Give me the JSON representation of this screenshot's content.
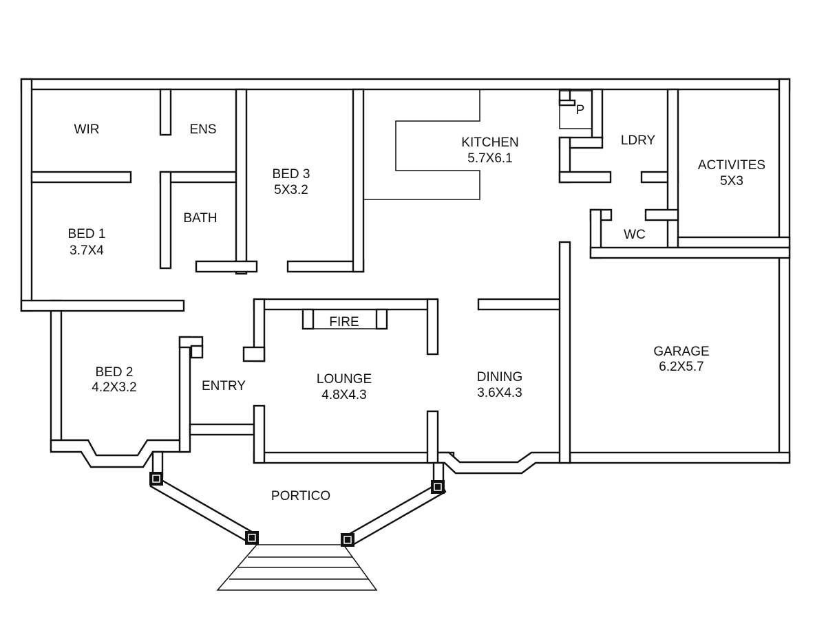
{
  "rooms": {
    "wir": {
      "name": "WIR"
    },
    "ens": {
      "name": "ENS"
    },
    "bath": {
      "name": "BATH"
    },
    "bed1": {
      "name": "BED 1",
      "size": "3.7X4"
    },
    "bed2": {
      "name": "BED 2",
      "size": "4.2X3.2"
    },
    "bed3": {
      "name": "BED 3",
      "size": "5X3.2"
    },
    "kitchen": {
      "name": "KITCHEN",
      "size": "5.7X6.1"
    },
    "pantry": {
      "name": "P"
    },
    "laundry": {
      "name": "LDRY"
    },
    "activities": {
      "name": "ACTIVITES",
      "size": "5X3"
    },
    "wc": {
      "name": "WC"
    },
    "garage": {
      "name": "GARAGE",
      "size": "6.2X5.7"
    },
    "fireplace": {
      "name": "FIRE"
    },
    "entry": {
      "name": "ENTRY"
    },
    "lounge": {
      "name": "LOUNGE",
      "size": "4.8X4.3"
    },
    "dining": {
      "name": "DINING",
      "size": "3.6X4.3"
    },
    "portico": {
      "name": "PORTICO"
    }
  }
}
